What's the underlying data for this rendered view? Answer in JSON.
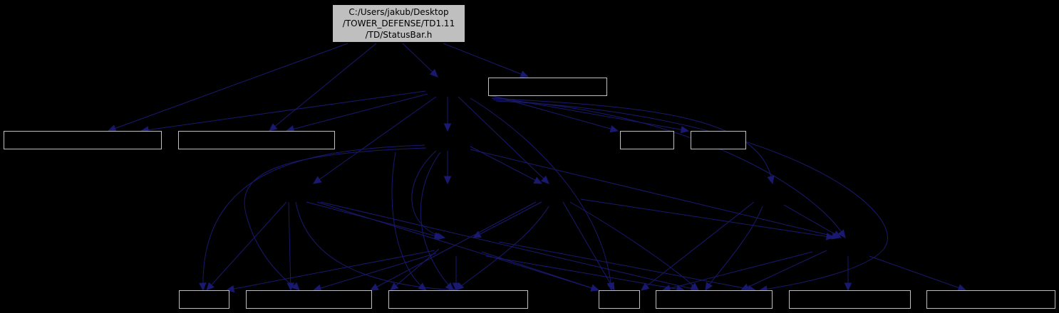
{
  "graph": {
    "root_label_lines": [
      "C:/Users/jakub/Desktop",
      "/TOWER_DEFENSE/TD1.11",
      "/TD/StatusBar.h"
    ],
    "colors": {
      "background": "#000000",
      "node_stroke": "#bfbfbf",
      "root_fill": "#bfbfbf",
      "root_text": "#000000",
      "edge": "#191970"
    }
  }
}
